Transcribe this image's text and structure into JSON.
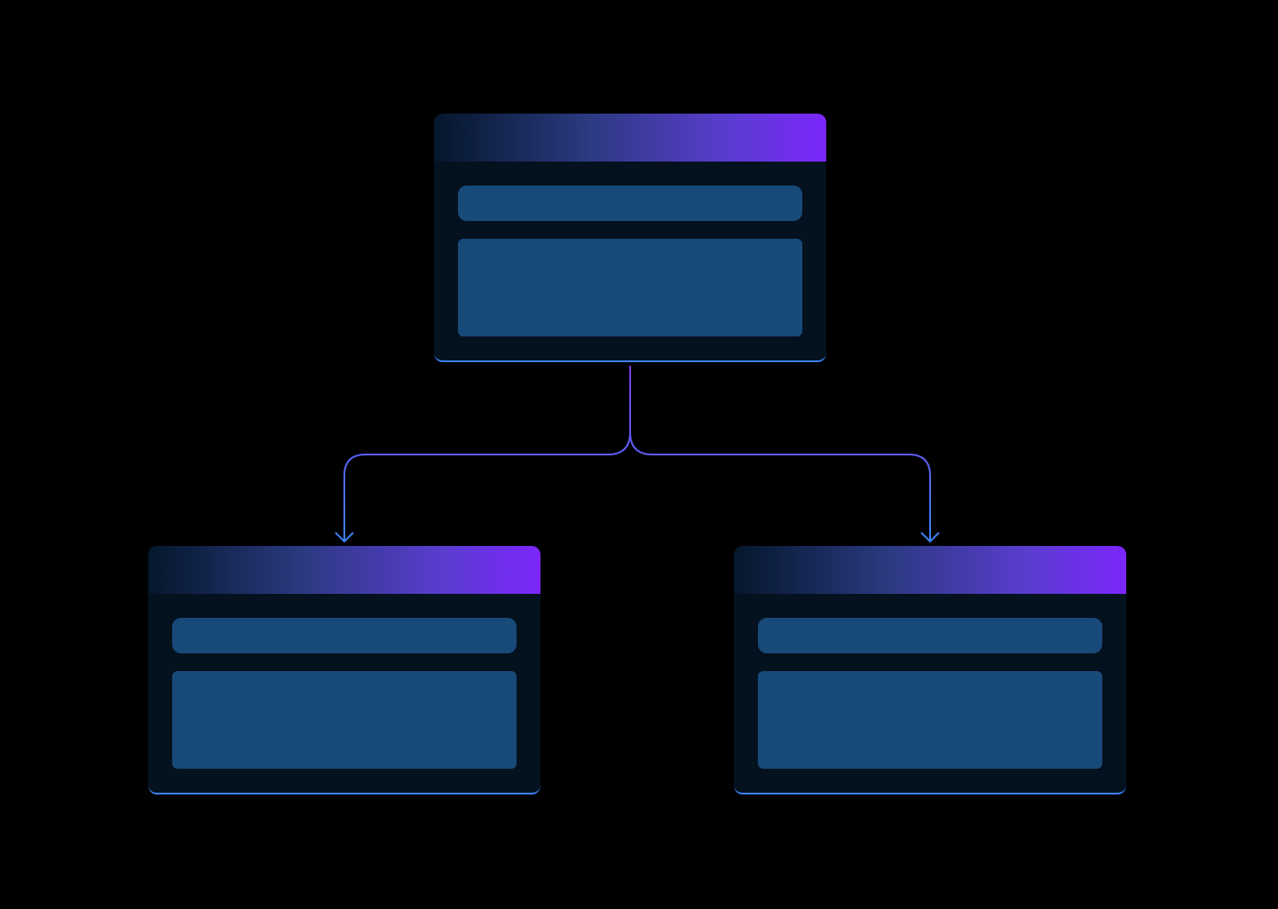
{
  "diagram": {
    "nodes": [
      {
        "id": "root",
        "role": "parent"
      },
      {
        "id": "left-child",
        "role": "child"
      },
      {
        "id": "right-child",
        "role": "child"
      }
    ],
    "edges": [
      {
        "from": "root",
        "to": "left-child"
      },
      {
        "from": "root",
        "to": "right-child"
      }
    ]
  },
  "colors": {
    "background": "#000000",
    "card_body": "#04111f",
    "card_bottom_border": "#3b82f6",
    "header_gradient_start": "#04172b",
    "header_gradient_end": "#7c27fb",
    "placeholder_fill": "#184a79",
    "connector_top": "#7c3aed",
    "connector_bottom": "#3b82f6"
  },
  "icons": {
    "arrowhead": "chevron-down-icon"
  }
}
